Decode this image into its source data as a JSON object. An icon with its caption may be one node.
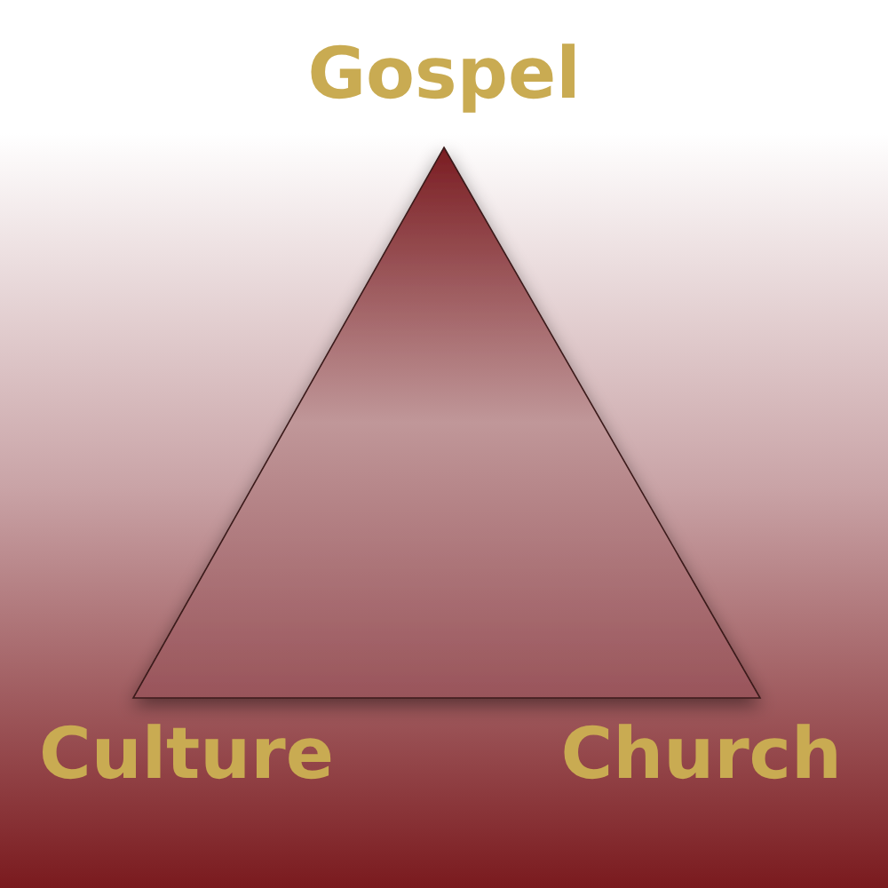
{
  "diagram": {
    "labels": [
      "Gospel",
      "Culture",
      "Church"
    ]
  }
}
